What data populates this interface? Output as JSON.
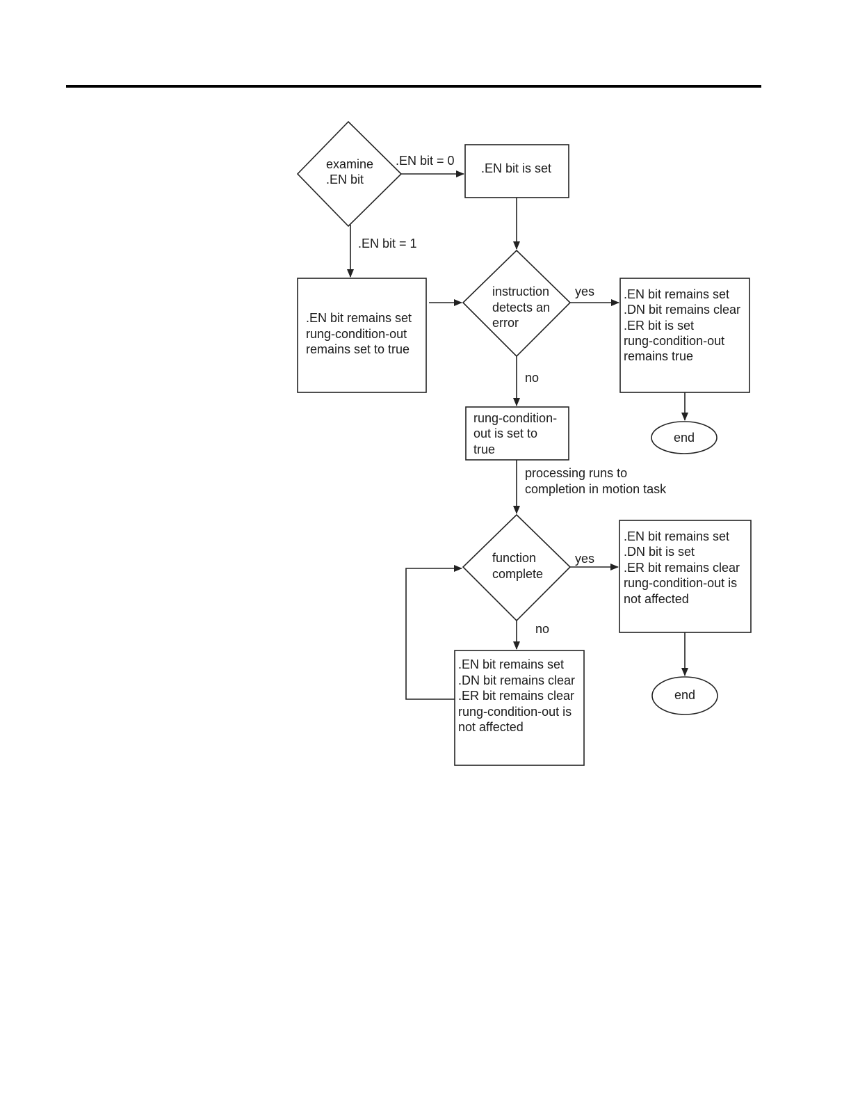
{
  "diagram": {
    "nodes": {
      "examine_en": [
        "examine",
        ".EN bit"
      ],
      "en_set": [
        ".EN bit is set"
      ],
      "en_remains": [
        ".EN bit remains set",
        "rung-condition-out",
        "remains set to true"
      ],
      "detects_error": [
        "instruction",
        "detects an",
        "error"
      ],
      "error_result": [
        ".EN bit remains set",
        ".DN bit remains clear",
        ".ER bit is set",
        "rung-condition-out",
        "remains true"
      ],
      "end_1": [
        "end"
      ],
      "rung_true": [
        "rung-condition-",
        "out is set to",
        "true"
      ],
      "function_complete": [
        "function",
        "complete"
      ],
      "complete_result": [
        ".EN bit remains set",
        ".DN bit is set",
        ".ER bit remains clear",
        "rung-condition-out is",
        "not affected"
      ],
      "end_2": [
        "end"
      ],
      "incomplete_result": [
        ".EN bit remains set",
        ".DN bit remains clear",
        ".ER bit remains clear",
        "rung-condition-out is",
        "not affected"
      ]
    },
    "edge_labels": {
      "en0": ".EN bit = 0",
      "en1": ".EN bit = 1",
      "yes_error": "yes",
      "no_error": "no",
      "processing": [
        "processing runs to",
        "completion in motion task"
      ],
      "yes_complete": "yes",
      "no_complete": "no"
    }
  }
}
